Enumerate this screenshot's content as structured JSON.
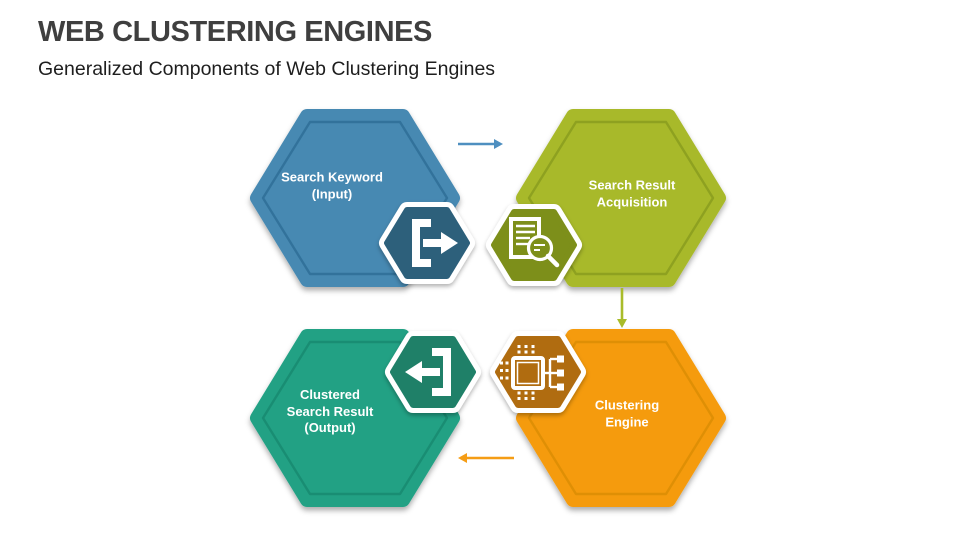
{
  "slide": {
    "title": "WEB CLUSTERING ENGINES",
    "subtitle": "Generalized Components of Web Clustering Engines"
  },
  "diagram": {
    "nodes": [
      {
        "id": "search-keyword-input",
        "lines": [
          "Search Keyword",
          "(Input)"
        ],
        "color": "#4689B2",
        "icon": "input-arrow-icon",
        "icon_hex_color": "#2D607B"
      },
      {
        "id": "search-result-acquisition",
        "lines": [
          "Search Result",
          "Acquisition"
        ],
        "color": "#A8B92A",
        "icon": "document-search-icon",
        "icon_hex_color": "#7D8F1A"
      },
      {
        "id": "clustering-engine",
        "lines": [
          "Clustering",
          "Engine"
        ],
        "color": "#F59B0B",
        "icon": "chip-icon",
        "icon_hex_color": "#B06C10"
      },
      {
        "id": "clustered-search-result-output",
        "lines": [
          "Clustered",
          "Search Result",
          "(Output)"
        ],
        "color": "#21A184",
        "icon": "output-arrow-icon",
        "icon_hex_color": "#1F8068"
      }
    ],
    "arrows": [
      {
        "from": "search-keyword-input",
        "to": "search-result-acquisition",
        "direction": "right",
        "color": "#4E8FC0"
      },
      {
        "from": "search-result-acquisition",
        "to": "clustering-engine",
        "direction": "down",
        "color": "#A9BC2A"
      },
      {
        "from": "clustering-engine",
        "to": "clustered-search-result-output",
        "direction": "left",
        "color": "#F59D15"
      }
    ]
  },
  "colors": {
    "title": "#3F3F3F",
    "subtitle": "#1E1E1E",
    "blue": "#4689B2",
    "blue-line": "#2F6F96",
    "blue-deep": "#2D607B",
    "olive": "#A8B92A",
    "olive-line": "#8A9C1E",
    "olive-deep": "#7D8F1A",
    "teal": "#21A184",
    "teal-line": "#178A70",
    "teal-deep": "#1F8068",
    "orange": "#F59B0B",
    "orange-line": "#DB8D05",
    "orange-deep": "#B06C10",
    "arrow-blue": "#4E8FC0",
    "arrow-olive": "#A9BC2A",
    "arrow-orange": "#F59D15"
  }
}
